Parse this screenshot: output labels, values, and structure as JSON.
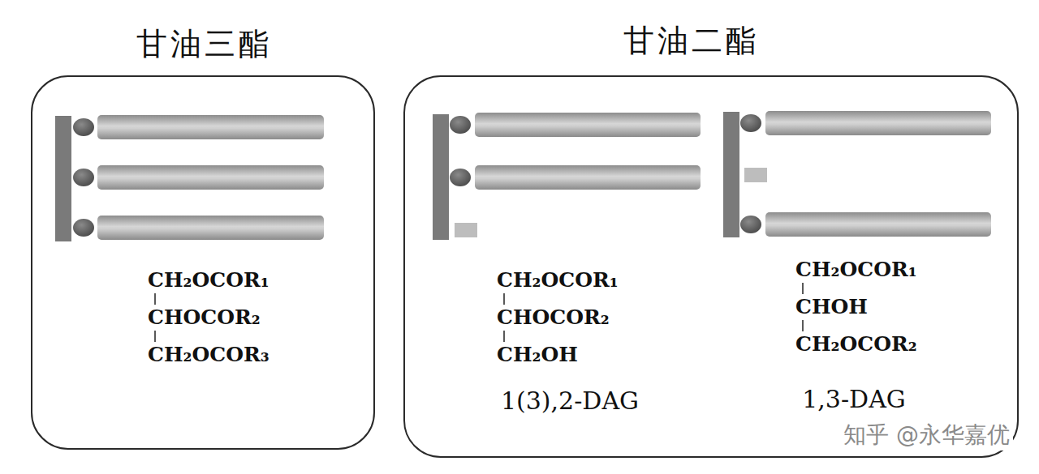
{
  "diagram": {
    "nodes": [
      {
        "text": [
          "甘油三酯",
          "CH₂OCOR₁ CHOCOR₂ CH₂OCOR₃"
        ]
      },
      {
        "text": [
          "甘油二酯",
          "CH₂OCOR₁ CHOCOR₂ CH₂OH",
          "1(3),2-DAG",
          "CH₂OCOR₁ CHOH CH₂OCOR₂",
          "1,3-DAG"
        ]
      }
    ],
    "labels": [
      "知乎 @永华嘉优"
    ]
  }
}
